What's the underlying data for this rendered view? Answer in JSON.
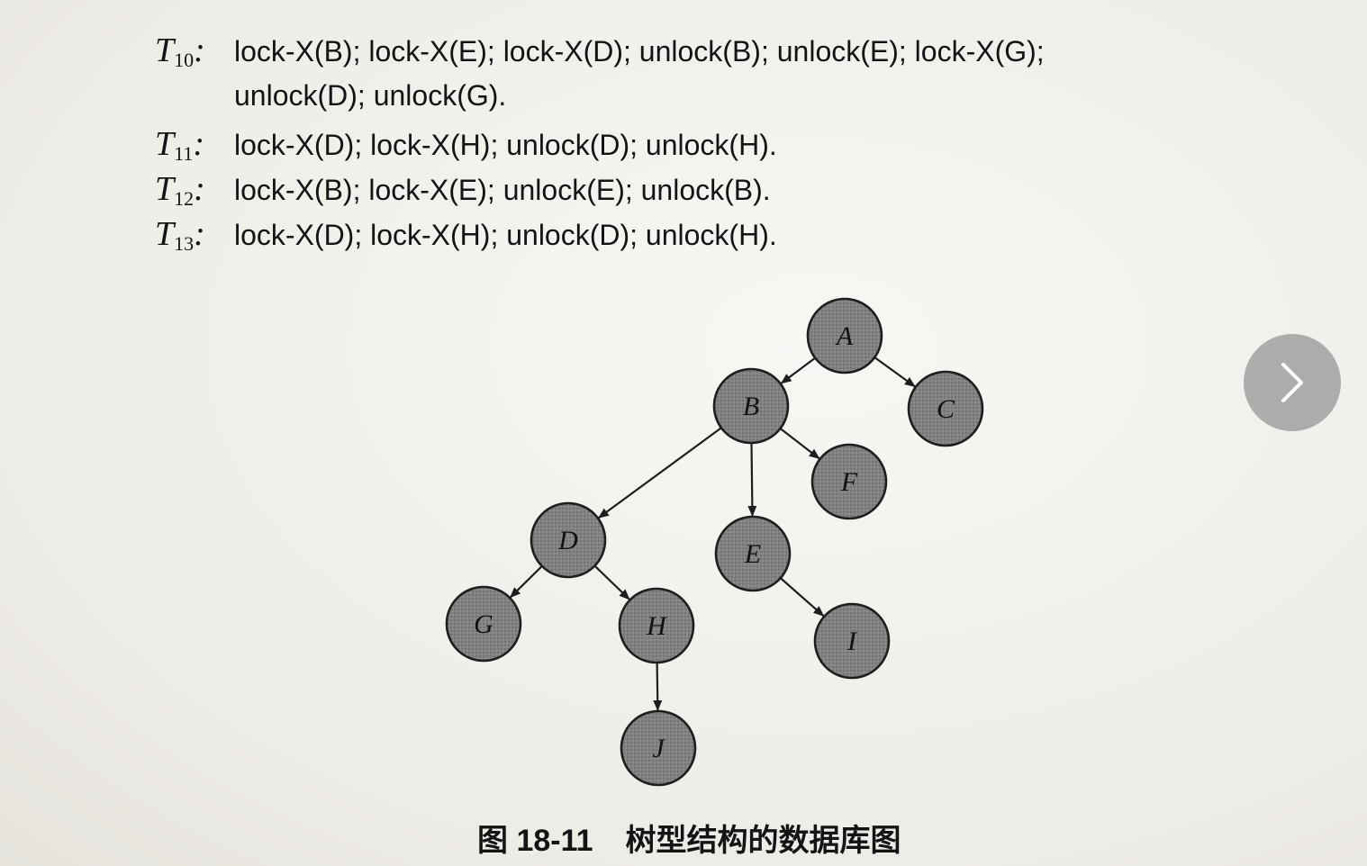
{
  "transactions": [
    {
      "name": "T",
      "sub": "10",
      "sep": ":",
      "ops": "lock-X(B); lock-X(E); lock-X(D); unlock(B); unlock(E); lock-X(G);",
      "cont": "unlock(D); unlock(G)."
    },
    {
      "name": "T",
      "sub": "11",
      "sep": ":",
      "ops": "lock-X(D); lock-X(H); unlock(D); unlock(H).",
      "cont": ""
    },
    {
      "name": "T",
      "sub": "12",
      "sep": ":",
      "ops": "lock-X(B); lock-X(E); unlock(E); unlock(B).",
      "cont": ""
    },
    {
      "name": "T",
      "sub": "13",
      "sep": ":",
      "ops": "lock-X(D); lock-X(H); unlock(D); unlock(H).",
      "cont": ""
    }
  ],
  "tree": {
    "nodes": [
      "A",
      "B",
      "C",
      "D",
      "E",
      "F",
      "G",
      "H",
      "I",
      "J"
    ],
    "edges": [
      [
        "A",
        "B"
      ],
      [
        "A",
        "C"
      ],
      [
        "B",
        "D"
      ],
      [
        "B",
        "E"
      ],
      [
        "B",
        "F"
      ],
      [
        "D",
        "G"
      ],
      [
        "D",
        "H"
      ],
      [
        "E",
        "I"
      ],
      [
        "H",
        "J"
      ]
    ]
  },
  "caption": {
    "number": "图 18-11",
    "title": "树型结构的数据库图"
  },
  "icons": {
    "next": "chevron-right-icon"
  },
  "colors": {
    "node_fill": "#7d7d7d",
    "node_stroke": "#1e1e1e",
    "next_button": "#969696"
  }
}
